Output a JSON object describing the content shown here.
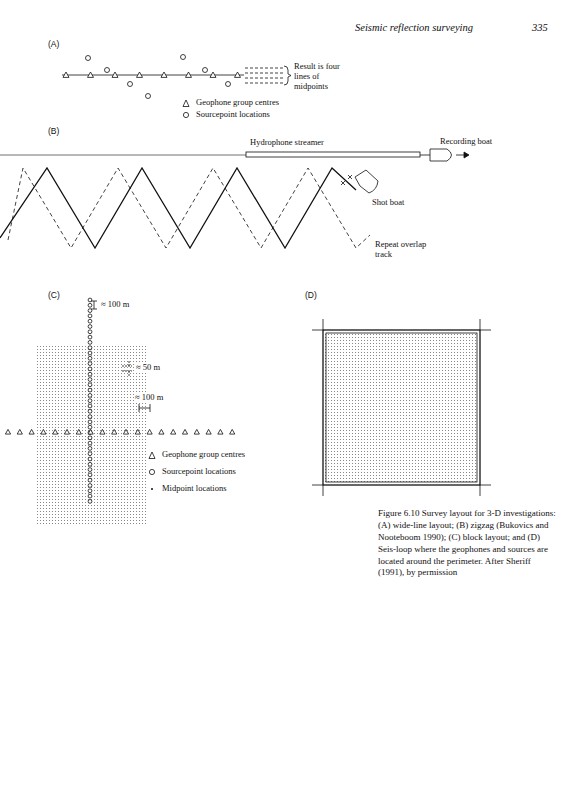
{
  "diagram": {
    "caption": "Figure 6.10 Survey layout for 3-D investigations: (A) wide-line layout; (B) zigzag (Bukovics and Nooteboom 1990); (C) block layout; and (D) Seis-loop where the geophones and sources are located around the perimeter. After Sheriff (1991), by permission",
    "labels": [
      "Seismic reflection surveying",
      "335",
      "(A)",
      "Result is four lines of midpoints",
      "(B)",
      "Hydrophone streamer",
      "Recording boat",
      "Shot boat",
      "Repeat overlap track",
      "(C)",
      "≈ 100 m",
      "≈ 50 m",
      "≈ 100 m",
      "(D)"
    ],
    "legend": [
      {
        "text": "Geophone group centres"
      },
      {
        "text": "Sourcepoint locations"
      },
      {
        "text": "Geophone group centres"
      },
      {
        "text": "Sourcepoint locations"
      },
      {
        "text": "Midpoint locations"
      }
    ]
  }
}
